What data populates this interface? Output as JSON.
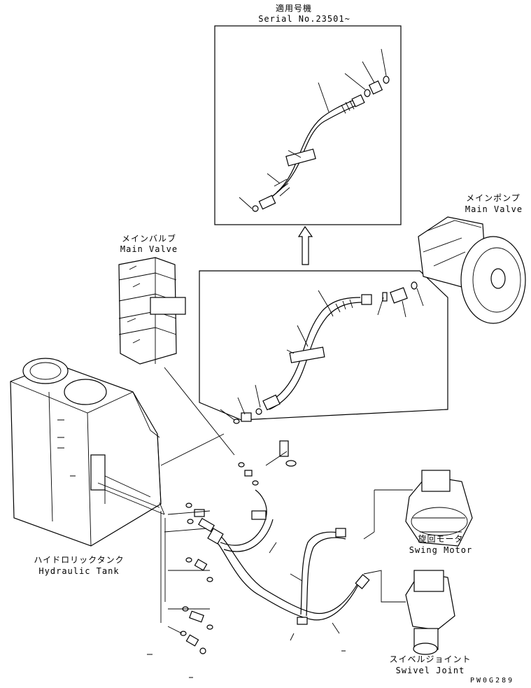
{
  "inset": {
    "title_jp": "適用号機",
    "title_en": "Serial No.23501~"
  },
  "labels": {
    "main_valve_jp": "メインバルブ",
    "main_valve_en": "Main Valve",
    "main_pump_jp": "メインポンプ",
    "main_pump_en": "Main Valve",
    "hydraulic_tank_jp": "ハイドロリックタンク",
    "hydraulic_tank_en": "Hydraulic Tank",
    "swing_motor_jp": "旋回モータ",
    "swing_motor_en": "Swing Motor",
    "swivel_joint_jp": "スイベルジョイント",
    "swivel_joint_en": "Swivel Joint"
  },
  "drawing_code": "PW0G289",
  "icons": [
    "inset-arrow-icon"
  ]
}
